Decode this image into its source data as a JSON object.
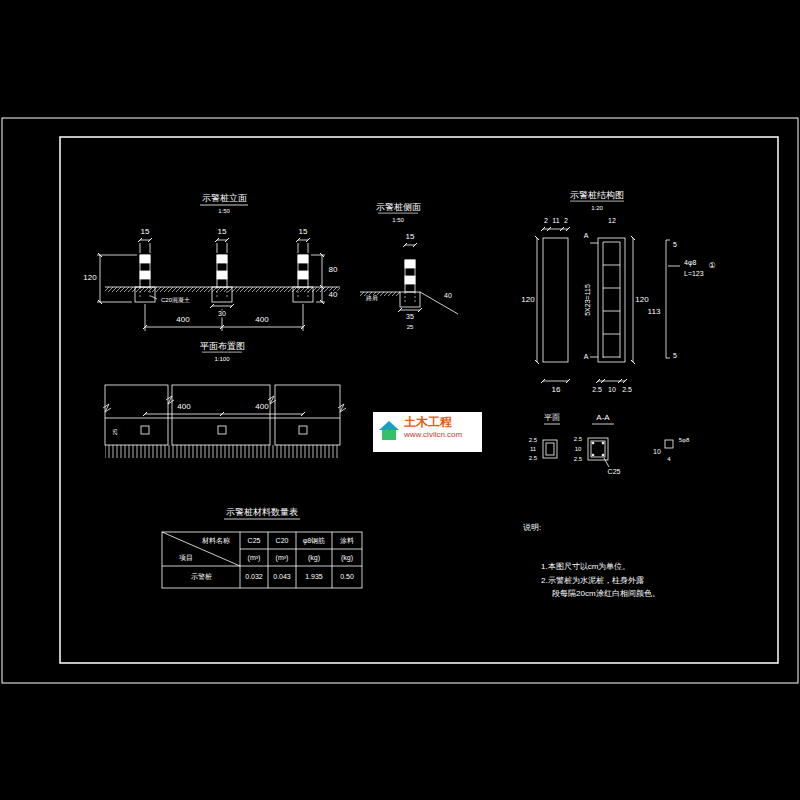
{
  "diagram": {
    "nodes": [
      {
        "text": [
          "土木工程",
          "www.civilcn.com"
        ]
      }
    ],
    "labels": [
      "示警桩立面",
      "1:50",
      "15",
      "15",
      "15",
      "120",
      "80",
      "40",
      "C20混凝土",
      "30",
      "400",
      "400",
      "示警桩侧面",
      "1:50",
      "15",
      "路肩",
      "40",
      "35",
      "25",
      "平面布置图",
      "1:100",
      "400",
      "400",
      "25",
      "示警桩结构图",
      "1:20",
      "2",
      "11",
      "2",
      "12",
      "120",
      "5X23=115",
      "120",
      "A",
      "A",
      "5",
      "113",
      "5",
      "4φ8",
      "L=123",
      "①",
      "16",
      "2.5",
      "10",
      "2.5",
      "平面",
      "A-A",
      "2.5",
      "11",
      "2.5",
      "2.5",
      "10",
      "2.5",
      "C25",
      "10",
      "5φ8",
      "4",
      "示警桩材料数量表",
      "材料名称",
      "C25",
      "C20",
      "φ8钢筋",
      "涂料",
      "项目",
      "(m³)",
      "(m³)",
      "(kg)",
      "(kg)",
      "示警桩",
      "0.032",
      "0.043",
      "1.935",
      "0.50",
      "说明:",
      "1.本图尺寸以cm为单位。",
      "2.示警桩为水泥桩，柱身外露",
      "段每隔20cm涂红白相间颜色。"
    ]
  }
}
